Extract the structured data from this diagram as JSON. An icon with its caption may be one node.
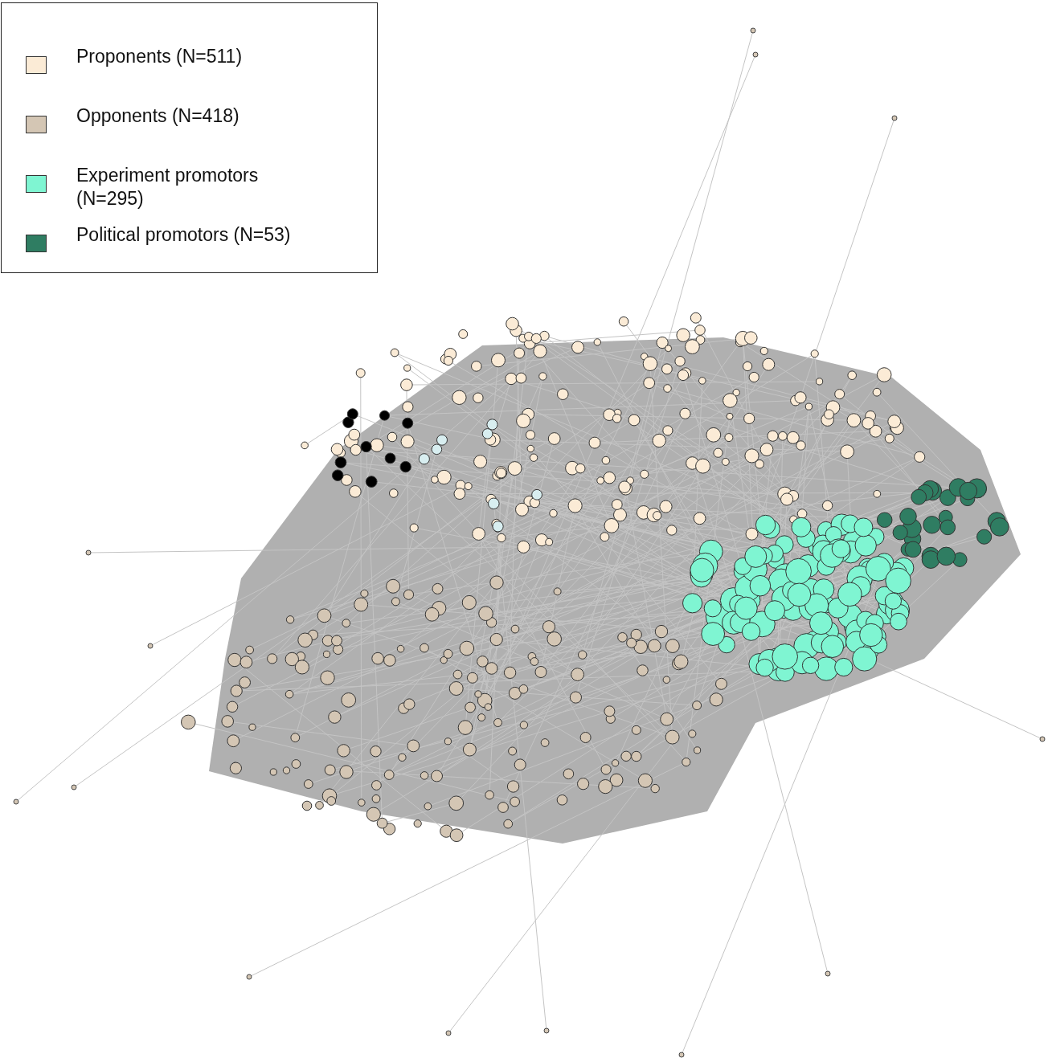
{
  "diagram": {
    "legend": [
      {
        "text": "Proponents (N=511)",
        "color": "#fbebd6"
      },
      {
        "text": "Opponents (N=418)",
        "color": "#d4c6b4"
      },
      {
        "text": "Experiment promotors (N=295)",
        "color": "#7ff5d2"
      },
      {
        "text": "Political promotors (N=53)",
        "color": "#2f7d62"
      }
    ]
  }
}
